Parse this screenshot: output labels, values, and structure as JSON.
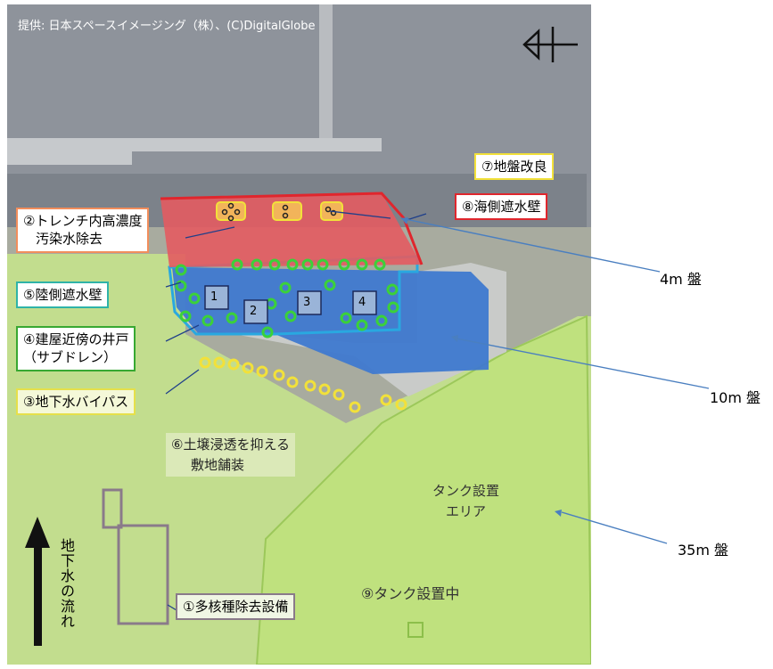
{
  "credit": "提供: 日本スペースイメージング（株）、(C)DigitalGlobe",
  "elevations": {
    "e4": "4m 盤",
    "e10": "10m 盤",
    "e35": "35m 盤"
  },
  "units": [
    "1",
    "2",
    "3",
    "4"
  ],
  "measures": {
    "m1": "①多核種除去設備",
    "m2_line1": "②トレンチ内高濃度",
    "m2_line2": "汚染水除去",
    "m3": "③地下水バイパス",
    "m4_line1": "④建屋近傍の井戸",
    "m4_line2": "（サブドレン）",
    "m5": "⑤陸側遮水壁",
    "m6_line1": "⑥土壌浸透を抑える",
    "m6_line2": "敷地舗装",
    "m7": "⑦地盤改良",
    "m8": "⑧海側遮水壁",
    "m9": "⑨タンク設置中"
  },
  "tank_area": {
    "line1": "タンク設置",
    "line2": "エリア"
  },
  "groundwater_flow": "地下水の流れ",
  "colors": {
    "red_zone": "#e8434b",
    "blue_zone": "#2e6fd6",
    "green_zone": "#b6e06a",
    "measure_m2_border": "#f28e5c",
    "measure_m4_border": "#38a832",
    "measure_m5_border": "#2fb3a8",
    "measure_m7_border": "#f2e13a",
    "measure_m8_border": "#e0262d",
    "measure_m1_border": "#8a7a8a"
  },
  "icons": [
    "north-arrow-icon",
    "groundwater-flow-arrow-icon",
    "well-marker-icon"
  ]
}
